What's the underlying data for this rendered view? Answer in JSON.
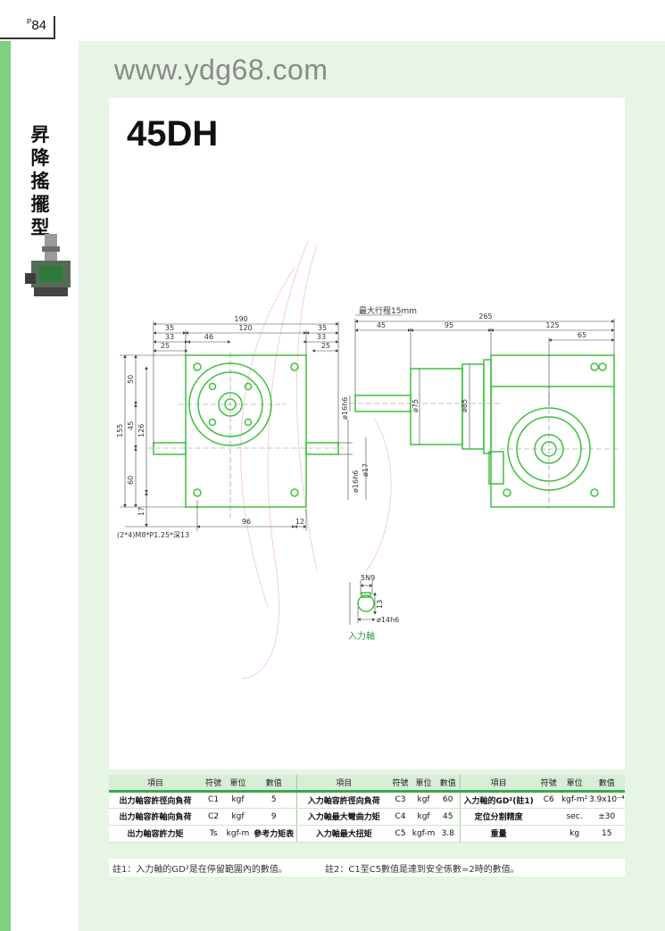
{
  "page": {
    "number": "84",
    "prefix": "P"
  },
  "side_title": [
    "昇",
    "降",
    "搖",
    "擺",
    "型"
  ],
  "url": "www.ydg68.com",
  "model": "45DH",
  "drawing": {
    "dims_left": {
      "w190": "190",
      "w35a": "35",
      "w120": "120",
      "w35b": "35",
      "w33a": "33",
      "w46": "46",
      "w33b": "33",
      "w25a": "25",
      "w25b": "25",
      "h155": "155",
      "h50": "50",
      "h45": "45",
      "h126": "126",
      "h60": "60",
      "h17": "17",
      "w96": "96",
      "w12": "12",
      "hole_note": "(2*4)M8*P1.25*深13"
    },
    "dims_right": {
      "stroke": "最大行程15mm",
      "w265": "265",
      "w45": "45",
      "w95": "95",
      "w125": "125",
      "w65": "65",
      "d16h6": "ø16h6",
      "d75": "ø75",
      "d85": "ø85",
      "d16h6b": "ø16h6",
      "d17": "ø17"
    },
    "input_shaft": {
      "key": "5N9",
      "h": "13",
      "dia": "ø14h6",
      "label": "入力軸"
    }
  },
  "spec_table": {
    "headers": [
      "項目",
      "符號",
      "單位",
      "數值",
      "項目",
      "符號",
      "單位",
      "數值",
      "項目",
      "符號",
      "單位",
      "數值"
    ],
    "rows": [
      [
        "出力軸容許徑向負荷",
        "C1",
        "kgf",
        "5",
        "入力軸容許徑向負荷",
        "C3",
        "kgf",
        "60",
        "入力軸的GD²(註1)",
        "C6",
        "kgf-m²",
        "3.9x10⁻⁴"
      ],
      [
        "出力軸容許軸向負荷",
        "C2",
        "kgf",
        "9",
        "入力軸最大彎曲力矩",
        "C4",
        "kgf",
        "45",
        "定位分割精度",
        "",
        "sec.",
        "±30"
      ],
      [
        "出力軸容許力矩",
        "Ts",
        "kgf-m",
        "參考力矩表",
        "入力軸最大扭矩",
        "C5",
        "kgf-m",
        "3.8",
        "重量",
        "",
        "kg",
        "15"
      ]
    ]
  },
  "notes": {
    "note1": "註1：入力軸的GD²是在停留範圍內的數值。",
    "note2": "註2：C1至C5數值是達到安全係數=2時的數值。"
  },
  "colors": {
    "accent": "#7fd07f",
    "line": "#3fc03f",
    "dim": "#444444",
    "panel": "#e6f5e4"
  }
}
